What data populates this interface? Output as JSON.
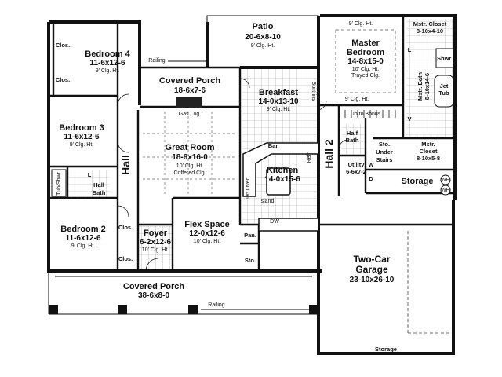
{
  "rooms": {
    "patio": {
      "name": "Patio",
      "dim": "20-6x8-10",
      "note": "9' Clg. Ht."
    },
    "bedroom4": {
      "name": "Bedroom 4",
      "dim": "11-6x12-6",
      "note": "9' Clg. Ht."
    },
    "covered_porch_rear": {
      "name": "Covered Porch",
      "dim": "18-6x7-6"
    },
    "breakfast": {
      "name": "Breakfast",
      "dim": "14-0x13-10",
      "note": "9' Clg. Ht."
    },
    "master_bedroom": {
      "name": "Master",
      "name2": "Bedroom",
      "dim": "14-8x15-0",
      "note": "10' Clg. Ht.",
      "note2": "Trayed Clg."
    },
    "master_closet_top": {
      "name": "Mstr. Closet",
      "dim": "8-10x4-10"
    },
    "master_bath": {
      "name": "Mstr. Bath",
      "dim": "8-10x14-6"
    },
    "master_closet": {
      "name": "Mstr.",
      "name2": "Closet",
      "dim": "8-10x5-8"
    },
    "bedroom3": {
      "name": "Bedroom 3",
      "dim": "11-6x12-6",
      "note": "9' Clg. Ht."
    },
    "great_room": {
      "name": "Great Room",
      "dim": "18-6x16-0",
      "note": "10' Clg. Ht.",
      "note2": "Coffered Clg."
    },
    "kitchen": {
      "name": "Kitchen",
      "dim": "14-0x15-6"
    },
    "half_bath": {
      "name": "Half",
      "name2": "Bath"
    },
    "utility": {
      "name": "Utility",
      "dim": "6-6x7-2"
    },
    "storage_right": {
      "name": "Storage"
    },
    "hall_bath": {
      "name": "Hall",
      "name2": "Bath"
    },
    "bedroom2": {
      "name": "Bedroom 2",
      "dim": "11-6x12-6",
      "note": "9' Clg. Ht."
    },
    "foyer": {
      "name": "Foyer",
      "dim": "6-2x12-6",
      "note": "10' Clg. Ht."
    },
    "flex_space": {
      "name": "Flex Space",
      "dim": "12-0x12-6",
      "note": "10' Clg. Ht."
    },
    "garage": {
      "name": "Two-Car",
      "name2": "Garage",
      "dim": "23-10x26-10"
    },
    "covered_porch_front": {
      "name": "Covered Porch",
      "dim": "38-6x8-0"
    },
    "storage_garage": {
      "name": "Storage"
    }
  },
  "labels": {
    "clos": "Clos.",
    "railing": "Railing",
    "gas_log": "Gas Log",
    "hall_left": "Hall",
    "hall2": "Hall 2",
    "builtins": "Built-ins",
    "bar": "Bar",
    "island": "Island",
    "refr": "Refr.",
    "dn_over": "Dn Over",
    "dw": "DW",
    "pan": "Pan.",
    "sto": "Sto.",
    "up_to_bonus": "Up to Bonus",
    "sto_under_stairs": "Sto.",
    "under": "Under",
    "stairs": "Stairs",
    "tub_shwr": "Tub/Shwr",
    "shwr": "Shwr.",
    "jet_tub": "Jet",
    "jet_tub2": "Tub",
    "clg_9": "9' Clg. Ht.",
    "washer": "W",
    "dryer": "D",
    "wh": "WH",
    "lav": "L",
    "vanity": "V"
  },
  "colors": {
    "wall": "#111111",
    "floor_tile": "#d9d9d9",
    "bg": "#ffffff"
  }
}
